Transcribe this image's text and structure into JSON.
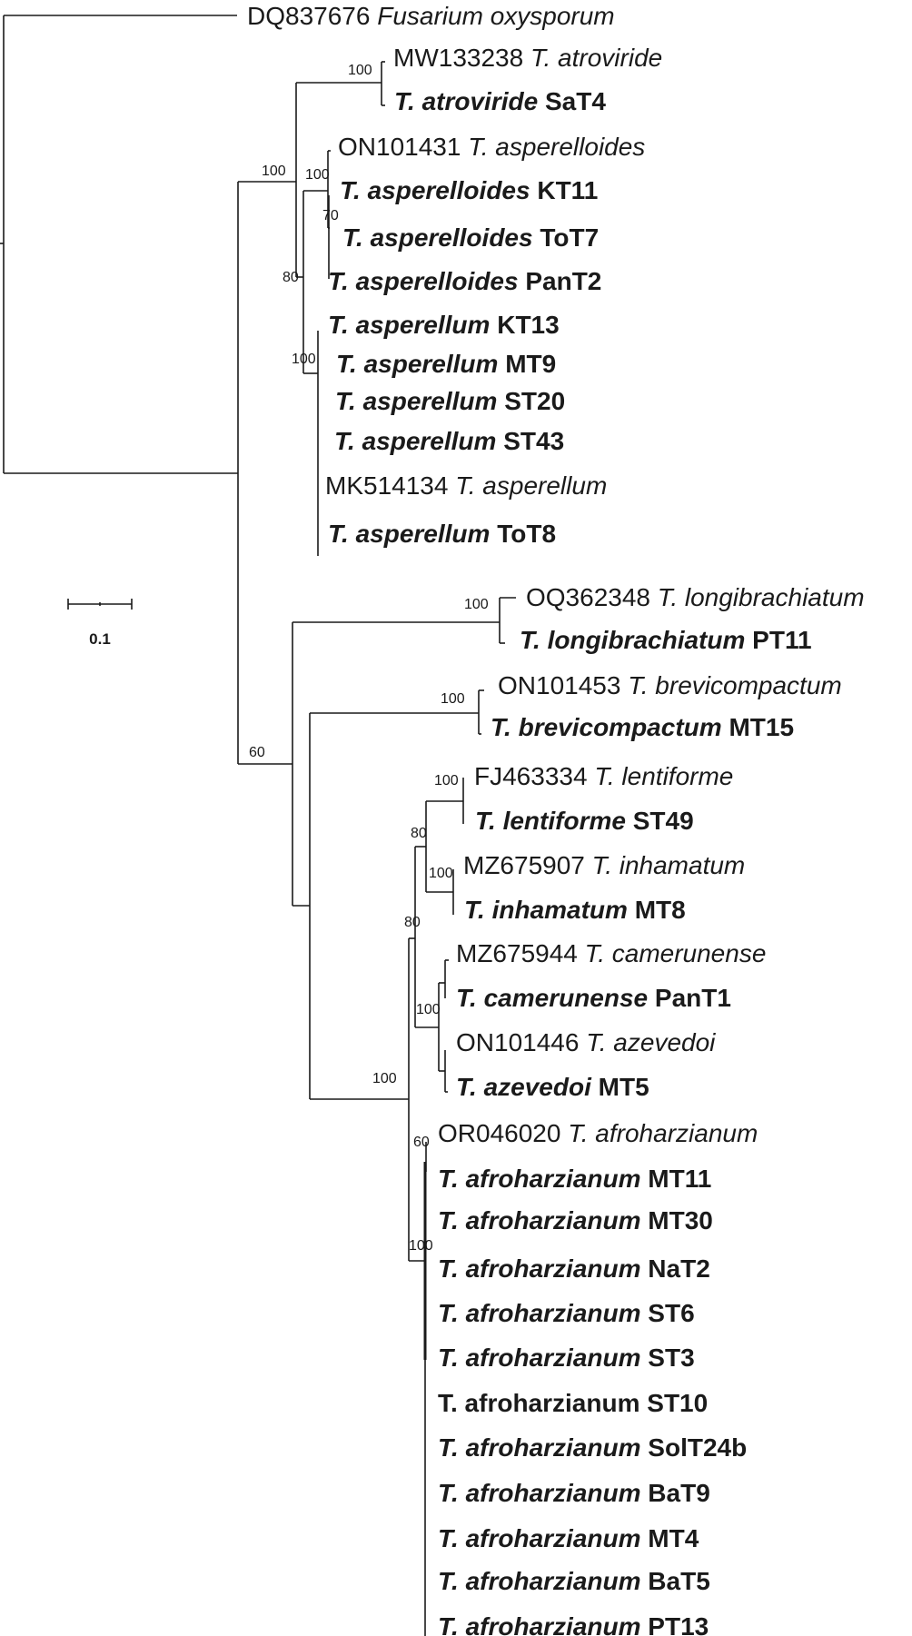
{
  "tree": {
    "leaves": [
      {
        "accession": "DQ837676",
        "species": "Fusarium oxysporum",
        "strain": "",
        "style": "reference"
      },
      {
        "accession": "MW133238",
        "species": "T. atroviride",
        "strain": "",
        "style": "reference"
      },
      {
        "accession": "",
        "species": "T. atroviride",
        "strain": "SaT4",
        "style": "isolate"
      },
      {
        "accession": "ON101431",
        "species": "T. asperelloides",
        "strain": "",
        "style": "reference"
      },
      {
        "accession": "",
        "species": "T. asperelloides",
        "strain": "KT11",
        "style": "isolate"
      },
      {
        "accession": "",
        "species": "T. asperelloides",
        "strain": "ToT7",
        "style": "isolate"
      },
      {
        "accession": "",
        "species": "T. asperelloides",
        "strain": "PanT2",
        "style": "isolate"
      },
      {
        "accession": "",
        "species": "T. asperellum",
        "strain": "KT13",
        "style": "isolate"
      },
      {
        "accession": "",
        "species": "T. asperellum",
        "strain": "MT9",
        "style": "isolate"
      },
      {
        "accession": "",
        "species": "T. asperellum",
        "strain": "ST20",
        "style": "isolate"
      },
      {
        "accession": "",
        "species": "T. asperellum",
        "strain": "ST43",
        "style": "isolate"
      },
      {
        "accession": "MK514134",
        "species": "T. asperellum",
        "strain": "",
        "style": "reference"
      },
      {
        "accession": "",
        "species": "T. asperellum",
        "strain": "ToT8",
        "style": "isolate"
      },
      {
        "accession": "OQ362348",
        "species": "T. longibrachiatum",
        "strain": "",
        "style": "reference"
      },
      {
        "accession": "",
        "species": "T. longibrachiatum",
        "strain": "PT11",
        "style": "isolate"
      },
      {
        "accession": "ON101453",
        "species": "T. brevicompactum",
        "strain": "",
        "style": "reference"
      },
      {
        "accession": "",
        "species": "T. brevicompactum",
        "strain": "MT15",
        "style": "isolate"
      },
      {
        "accession": "FJ463334",
        "species": "T. lentiforme",
        "strain": "",
        "style": "reference"
      },
      {
        "accession": "",
        "species": "T. lentiforme",
        "strain": "ST49",
        "style": "isolate"
      },
      {
        "accession": "MZ675907",
        "species": "T. inhamatum",
        "strain": "",
        "style": "reference"
      },
      {
        "accession": "",
        "species": "T. inhamatum",
        "strain": "MT8",
        "style": "isolate"
      },
      {
        "accession": "MZ675944",
        "species": "T. camerunense",
        "strain": "",
        "style": "reference"
      },
      {
        "accession": "",
        "species": "T. camerunense",
        "strain": "PanT1",
        "style": "isolate"
      },
      {
        "accession": "ON101446",
        "species": "T. azevedoi",
        "strain": "",
        "style": "reference"
      },
      {
        "accession": "",
        "species": "T. azevedoi",
        "strain": "MT5",
        "style": "isolate"
      },
      {
        "accession": "OR046020",
        "species": "T. afroharzianum",
        "strain": "",
        "style": "reference"
      },
      {
        "accession": "",
        "species": "T. afroharzianum",
        "strain": "MT11",
        "style": "isolate"
      },
      {
        "accession": "",
        "species": "T. afroharzianum",
        "strain": "MT30",
        "style": "isolate"
      },
      {
        "accession": "",
        "species": "T. afroharzianum",
        "strain": "NaT2",
        "style": "isolate"
      },
      {
        "accession": "",
        "species": "T. afroharzianum",
        "strain": "ST6",
        "style": "isolate"
      },
      {
        "accession": "",
        "species": "T. afroharzianum",
        "strain": "ST3",
        "style": "isolate"
      },
      {
        "accession": "",
        "species": "T. afroharzianum",
        "strain": "ST10",
        "style": "isolate-upright"
      },
      {
        "accession": "",
        "species": "T. afroharzianum",
        "strain": "SolT24b",
        "style": "isolate"
      },
      {
        "accession": "",
        "species": "T. afroharzianum",
        "strain": "BaT9",
        "style": "isolate"
      },
      {
        "accession": "",
        "species": "T. afroharzianum",
        "strain": "MT4",
        "style": "isolate"
      },
      {
        "accession": "",
        "species": "T. afroharzianum",
        "strain": "BaT5",
        "style": "isolate"
      },
      {
        "accession": "",
        "species": "T. afroharzianum",
        "strain": "PT13",
        "style": "isolate"
      }
    ],
    "bootstrap": [
      "100",
      "100",
      "100",
      "70",
      "80",
      "100",
      "60",
      "100",
      "100",
      "100",
      "80",
      "100",
      "80",
      "100",
      "100",
      "60",
      "100"
    ],
    "scale_bar": {
      "value": "0.1"
    }
  }
}
